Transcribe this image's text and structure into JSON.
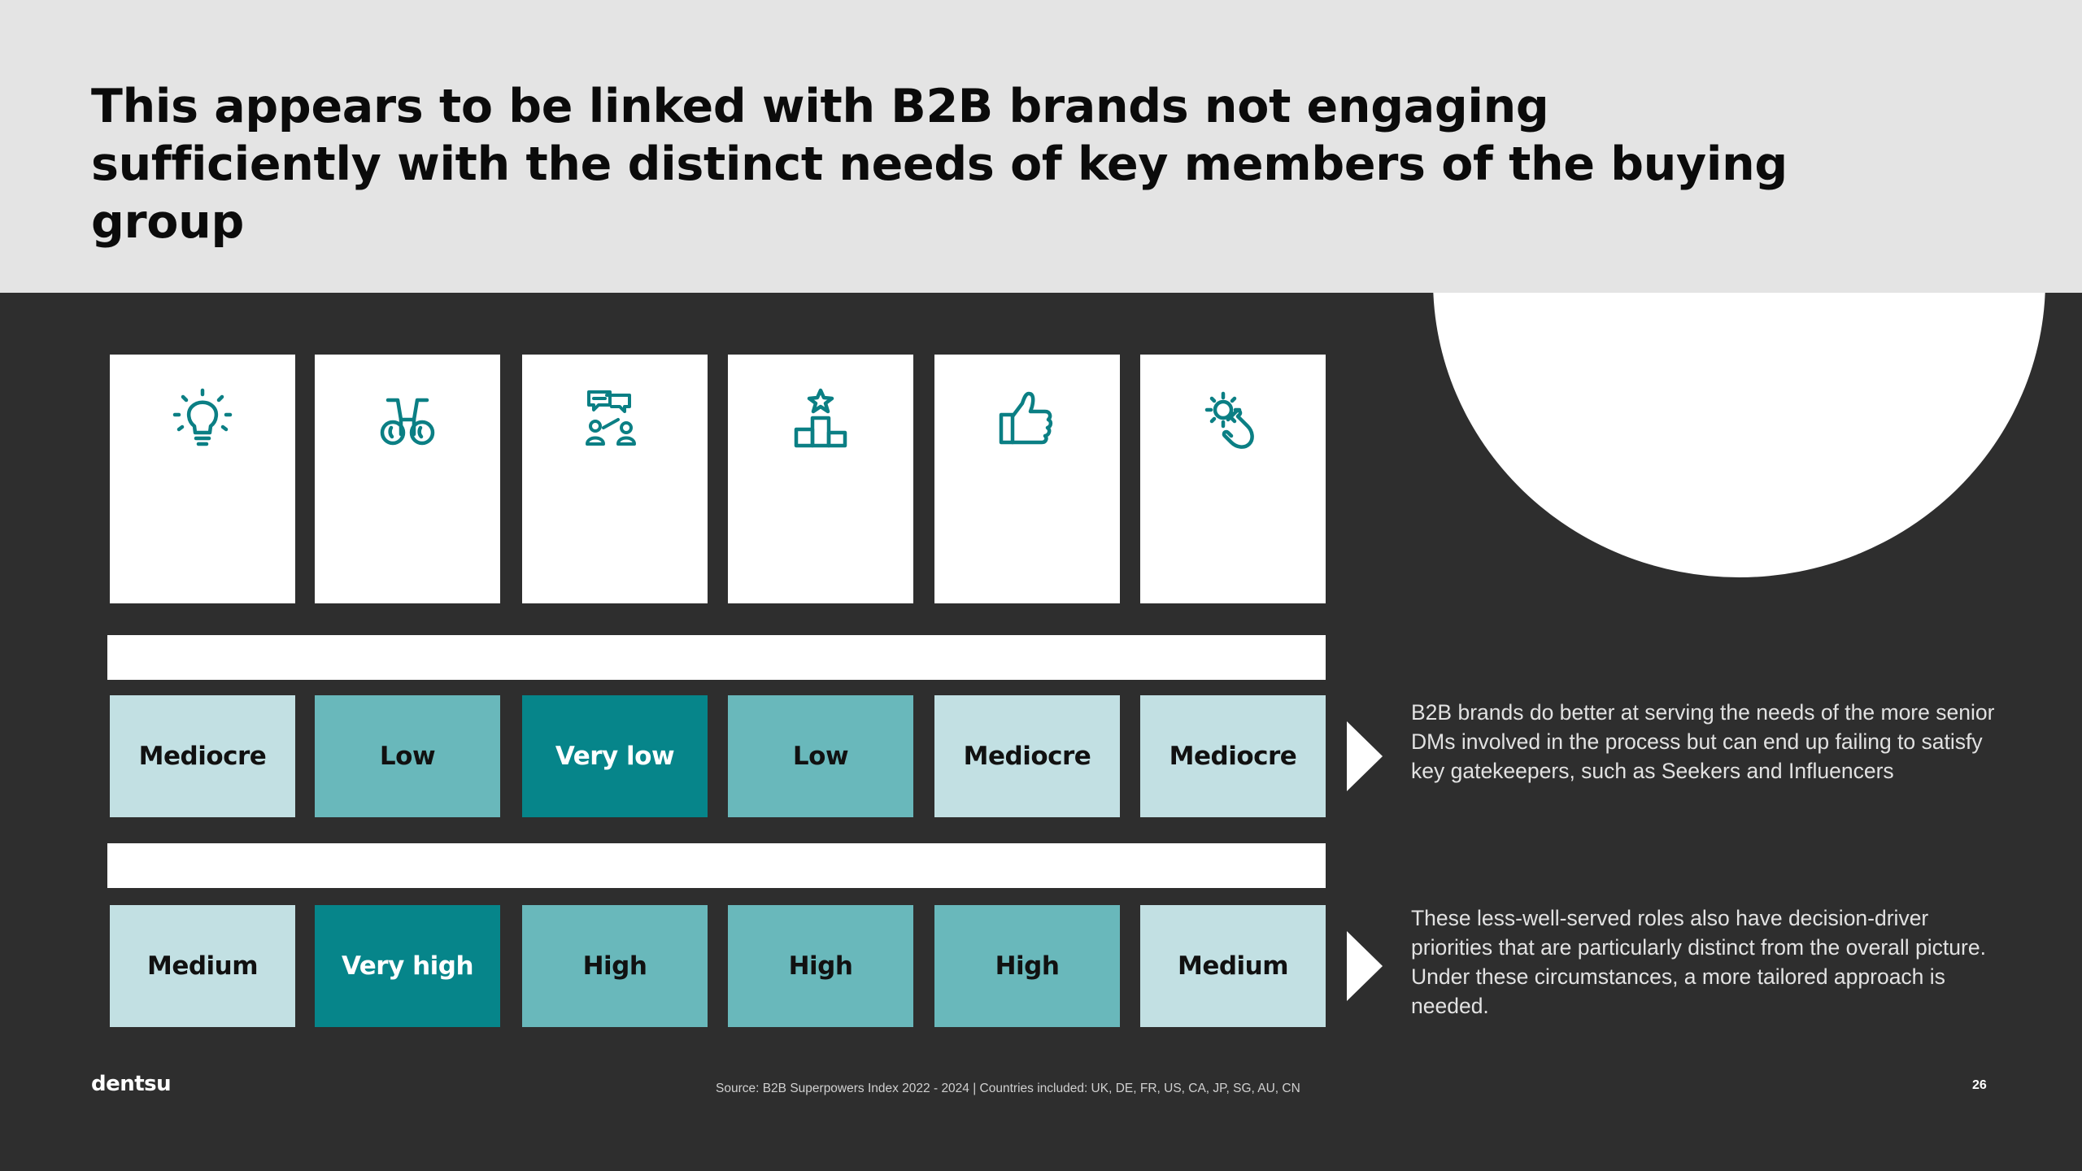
{
  "slide": {
    "title": "This appears to be linked with B2B brands not engaging sufficiently with the distinct needs of key members of the buying group",
    "page_number": "26",
    "logo_text": "dentsu",
    "source": "Source: B2B Superpowers Index 2022 - 2024   |    Countries included: UK, DE, FR, US, CA, JP, SG, AU, CN"
  },
  "colors": {
    "pale": "#c2e0e3",
    "mid": "#69b8bb",
    "dark": "#06858a",
    "icon": "#0b7f84"
  },
  "icons": [
    "lightbulb-icon",
    "binoculars-icon",
    "presenter-audience-icon",
    "podium-star-icon",
    "thumbs-up-icon",
    "gear-hand-icon"
  ],
  "row1": [
    {
      "label": "Mediocre",
      "level": "pale"
    },
    {
      "label": "Low",
      "level": "mid"
    },
    {
      "label": "Very low",
      "level": "dark"
    },
    {
      "label": "Low",
      "level": "mid"
    },
    {
      "label": "Mediocre",
      "level": "pale"
    },
    {
      "label": "Mediocre",
      "level": "pale"
    }
  ],
  "row2": [
    {
      "label": "Medium",
      "level": "pale"
    },
    {
      "label": "Very high",
      "level": "dark"
    },
    {
      "label": "High",
      "level": "mid"
    },
    {
      "label": "High",
      "level": "mid"
    },
    {
      "label": "High",
      "level": "mid"
    },
    {
      "label": "Medium",
      "level": "pale"
    }
  ],
  "notes": {
    "first": "B2B brands do better at serving the needs of the more senior DMs involved in the process but can end up failing to satisfy key gatekeepers, such as Seekers and Influencers",
    "second": "These less-well-served roles also have decision-driver priorities that are particularly distinct from the overall picture. Under these circumstances, a more tailored approach is needed."
  }
}
